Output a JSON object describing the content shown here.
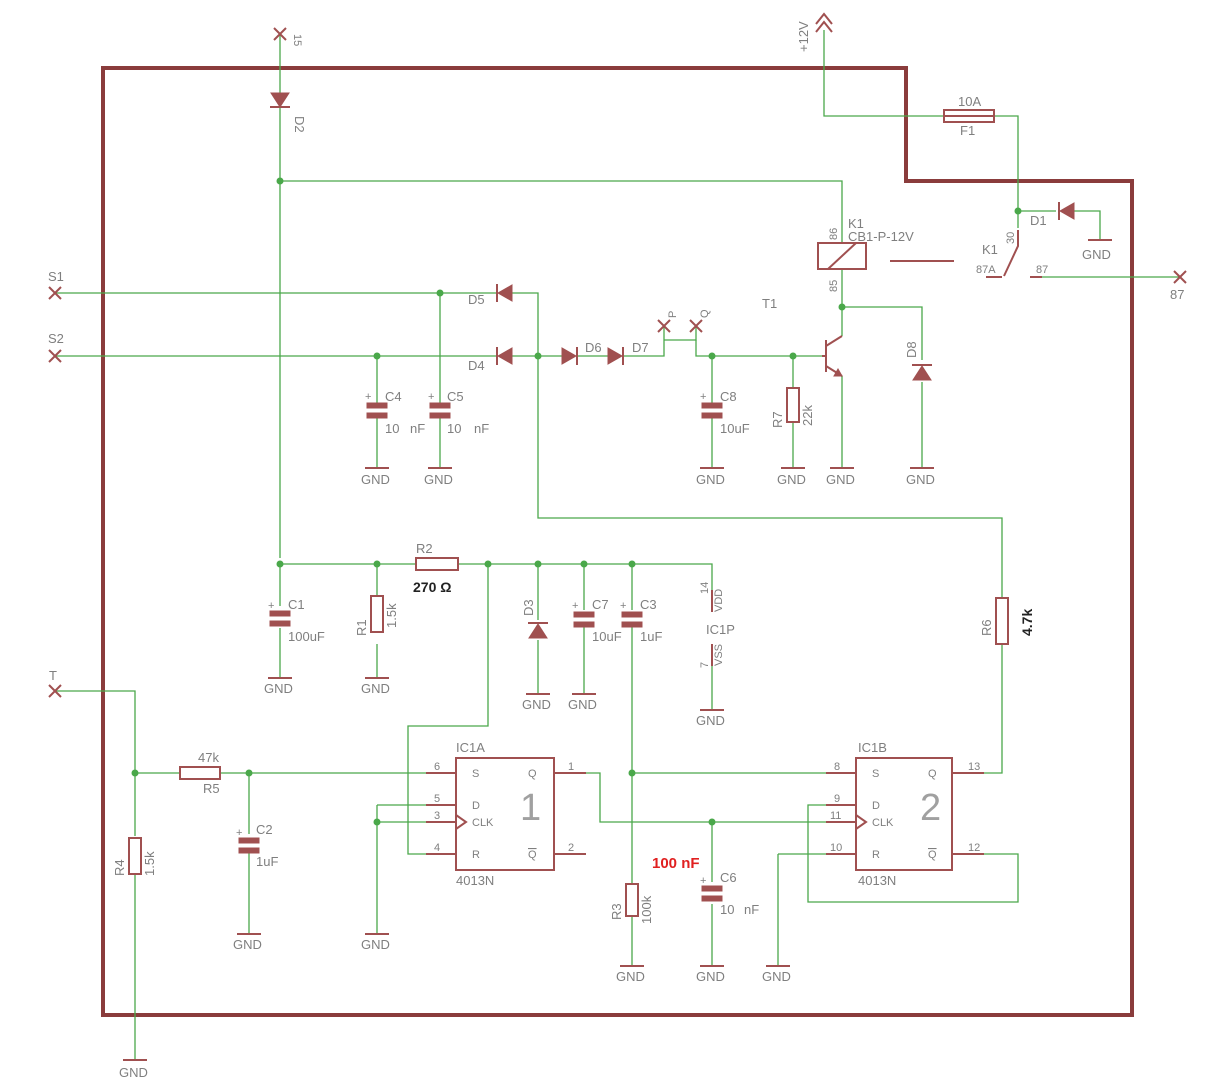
{
  "ports": {
    "p15": "15",
    "s1": "S1",
    "s2": "S2",
    "t": "T",
    "p87": "87",
    "v12": "+12V",
    "p_label": "P",
    "q_label": "Q"
  },
  "gnd": "GND",
  "parts": {
    "d1": "D1",
    "d2": "D2",
    "d3": "D3",
    "d4": "D4",
    "d5": "D5",
    "d6": "D6",
    "d7": "D7",
    "d8": "D8",
    "f1": "F1",
    "f1_value": "10A",
    "k1": "K1",
    "k1_value": "CB1-P-12V",
    "k1_switch": "K1",
    "k1_pin86": "86",
    "k1_pin85": "85",
    "k1_pin30": "30",
    "k1_pin87a": "87A",
    "k1_pin87": "87",
    "t1": "T1",
    "c1": "C1",
    "c1_value": "100uF",
    "c2": "C2",
    "c2_value": "1uF",
    "c3": "C3",
    "c3_value": "1uF",
    "c4": "C4",
    "c4_value_a": "10",
    "c4_value_b": "nF",
    "c5": "C5",
    "c5_value_a": "10",
    "c5_value_b": "nF",
    "c6": "C6",
    "c6_value_a": "10",
    "c6_value_b": "nF",
    "c6_note": "100 nF",
    "c7": "C7",
    "c7_value": "10uF",
    "c8": "C8",
    "c8_value": "10uF",
    "r1": "R1",
    "r1_value": "1.5k",
    "r2": "R2",
    "r2_note": "270 Ω",
    "r3": "R3",
    "r3_value": "100k",
    "r4": "R4",
    "r4_value": "1.5k",
    "r5": "R5",
    "r5_value": "47k",
    "r6": "R6",
    "r6_note": "4.7k",
    "r7": "R7",
    "r7_value": "22k",
    "plus": "+"
  },
  "ic1p": {
    "name": "IC1P",
    "vdd": "VDD",
    "vss": "VSS",
    "pin14": "14",
    "pin7": "7"
  },
  "ic1a": {
    "name": "IC1A",
    "type": "4013N",
    "number": "1",
    "s": "S",
    "d": "D",
    "clk": "CLK",
    "r": "R",
    "q": "Q",
    "qbar": "Q",
    "pin6": "6",
    "pin5": "5",
    "pin3": "3",
    "pin4": "4",
    "pin1": "1",
    "pin2": "2"
  },
  "ic1b": {
    "name": "IC1B",
    "type": "4013N",
    "number": "2",
    "s": "S",
    "d": "D",
    "clk": "CLK",
    "r": "R",
    "q": "Q",
    "qbar": "Q",
    "pin8": "8",
    "pin9": "9",
    "pin11": "11",
    "pin10": "10",
    "pin13": "13",
    "pin12": "12"
  },
  "colors": {
    "wire": "#4aa84a",
    "part": "#a05050",
    "frame": "#8a3c3c",
    "label": "#7f7f7f",
    "note": "#e02020"
  }
}
